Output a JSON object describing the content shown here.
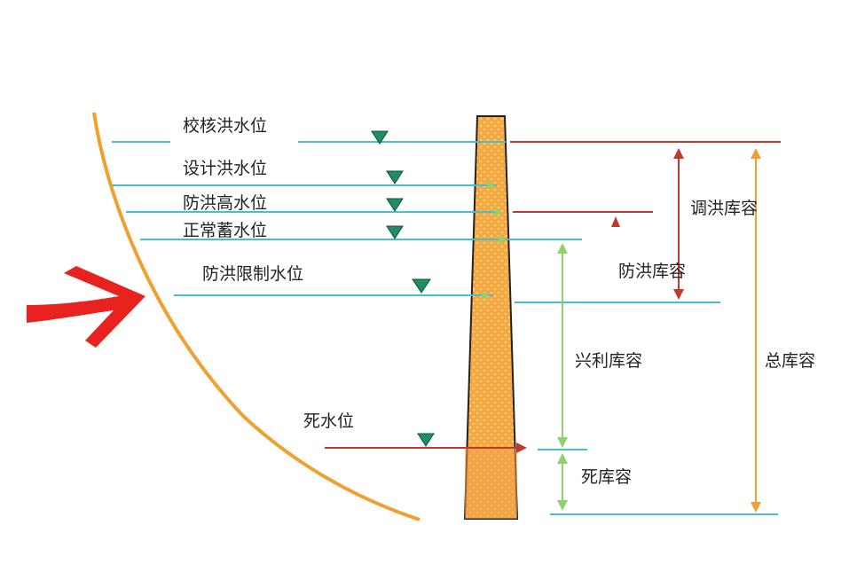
{
  "labels": {
    "check_flood_level": "校核洪水位",
    "design_flood_level": "设计洪水位",
    "flood_control_high_level": "防洪高水位",
    "normal_storage_level": "正常蓄水位",
    "flood_limit_level": "防洪限制水位",
    "dead_water_level": "死水位",
    "flood_regulation_capacity": "调洪库容",
    "flood_control_capacity": "防洪库容",
    "beneficial_capacity": "兴利库容",
    "total_capacity": "总库容",
    "dead_capacity": "死库容"
  },
  "colors": {
    "water_line": "#48c0cc",
    "red_line": "#c0392b",
    "green_arrow": "#8fd16a",
    "orange_arrow": "#f0a030",
    "dam_fill": "#f5a742",
    "dam_outline": "#222222",
    "bank": "#f0a030",
    "marker": "#1f8f63",
    "big_arrow": "#e8231f"
  },
  "icons": {
    "water_level_marker": "inverted-triangle",
    "annotation_arrow": "hand-drawn-arrow"
  }
}
